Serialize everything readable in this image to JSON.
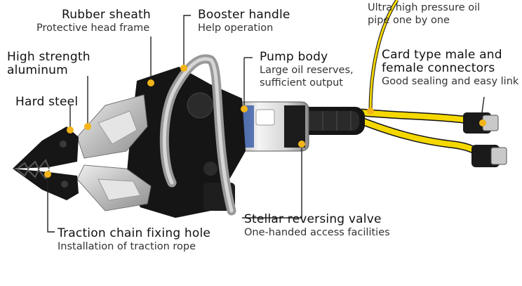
{
  "labels": {
    "rubber_sheath": {
      "title": "Rubber sheath",
      "sub": "Protective head frame"
    },
    "booster_handle": {
      "title": "Booster handle",
      "sub": "Help operation"
    },
    "oil_pipe": {
      "sub1": "Ultra high pressure oil",
      "sub2": "pipe one by one"
    },
    "high_strength": {
      "title1": "High strength",
      "title2": "aluminum"
    },
    "pump_body": {
      "title": "Pump body",
      "sub1": "Large oil reserves,",
      "sub2": "sufficient output"
    },
    "connectors": {
      "title1": "Card type male and",
      "title2": "female connectors",
      "sub": "Good sealing and easy link"
    },
    "hard_steel": {
      "title": "Hard steel"
    },
    "reversing_valve": {
      "title": "Stellar reversing valve",
      "sub": "One-handed access facilities"
    },
    "chain_hole": {
      "title": "Traction chain fixing hole",
      "sub": "Installation of traction rope"
    }
  },
  "colors": {
    "marker": "#f2b418",
    "hose": "#f5d800",
    "body_black": "#151515",
    "aluminum": "#c8c8c8",
    "handle": "#a9a9a9"
  }
}
